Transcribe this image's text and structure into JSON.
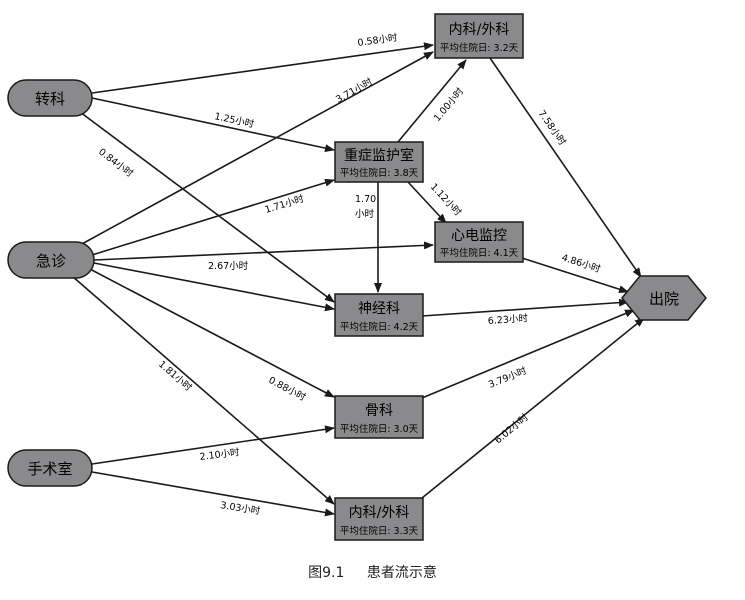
{
  "sources": {
    "transfer": "转科",
    "emergency": "急诊",
    "surgery": "手术室"
  },
  "units": {
    "medsurg_top": {
      "title": "内科/外科",
      "subtitle": "平均住院日: 3.2天"
    },
    "icu": {
      "title": "重症监护室",
      "subtitle": "平均住院日: 3.8天"
    },
    "ccu": {
      "title": "心电监控",
      "subtitle": "平均住院日: 4.1天"
    },
    "neuro": {
      "title": "神经科",
      "subtitle": "平均住院日: 4.2天"
    },
    "ortho": {
      "title": "骨科",
      "subtitle": "平均住院日: 3.0天"
    },
    "medsurg_bottom": {
      "title": "内科/外科",
      "subtitle": "平均住院日: 3.3天"
    }
  },
  "discharge": "出院",
  "edges": {
    "transfer_medsurg_top": "0.58小时",
    "transfer_icu": "1.25小时",
    "transfer_neuro": "0.84小时",
    "emergency_medsurg_top": "3.71小时",
    "emergency_icu": "1.71小时",
    "emergency_ccu": "2.67小时",
    "emergency_neuro": "",
    "emergency_ortho": "0.88小时",
    "emergency_medsurg_bottom": "1.81小时",
    "icu_medsurg_top": "1.00小时",
    "icu_ccu": "1.12小时",
    "icu_neuro_value": "1.70",
    "icu_neuro_unit": "小时",
    "surgery_ortho": "2.10小时",
    "surgery_medsurg_bottom": "3.03小时",
    "medsurg_top_discharge": "7.58小时",
    "ccu_discharge": "4.86小时",
    "neuro_discharge": "6.23小时",
    "ortho_discharge": "3.79小时",
    "medsurg_bottom_discharge": "6.02小时"
  },
  "caption": {
    "figure": "图9.1",
    "title": "患者流示意"
  },
  "colors": {
    "node_fill": "#8a8a8c",
    "stroke": "#1a1a1a",
    "background": "#ffffff"
  }
}
